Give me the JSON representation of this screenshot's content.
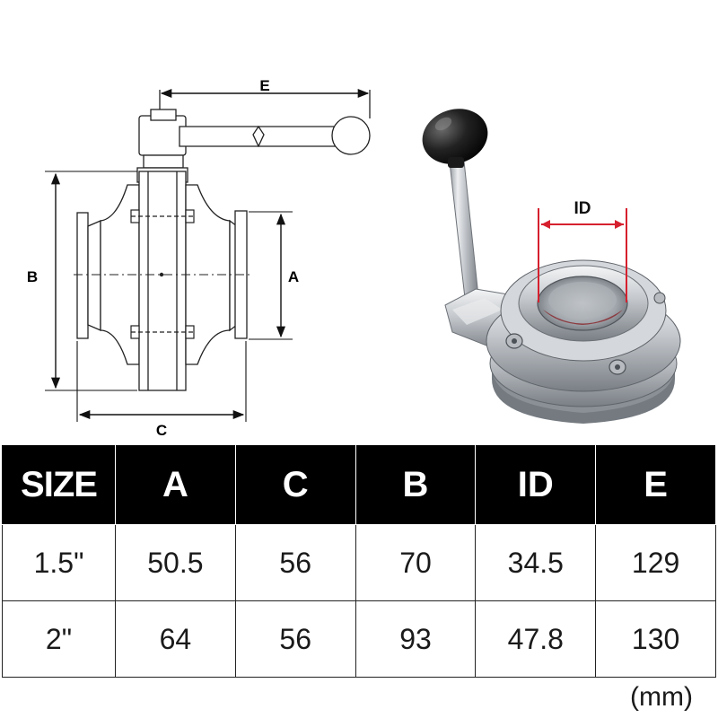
{
  "drawing": {
    "label_e": "E",
    "label_b": "B",
    "label_a": "A",
    "label_c": "C"
  },
  "photo": {
    "label_id": "ID",
    "accent_color": "#d6202e"
  },
  "table": {
    "headers": [
      "SIZE",
      "A",
      "C",
      "B",
      "ID",
      "E"
    ],
    "rows": [
      [
        "1.5\"",
        "50.5",
        "56",
        "70",
        "34.5",
        "129"
      ],
      [
        "2\"",
        "64",
        "56",
        "93",
        "47.8",
        "130"
      ]
    ]
  },
  "unit_note": "(mm)"
}
